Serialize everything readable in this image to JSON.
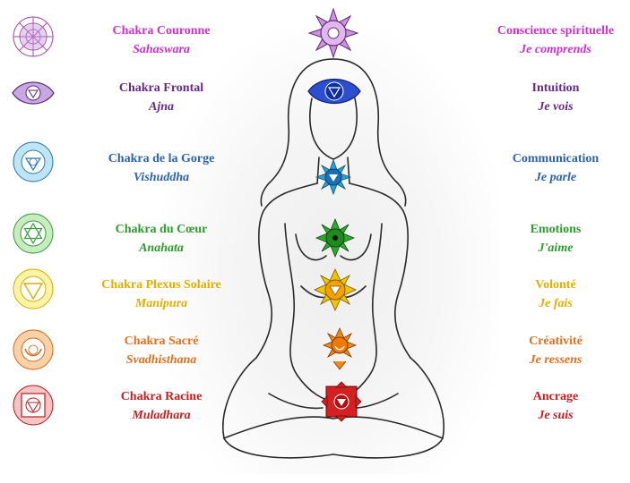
{
  "chakras": [
    {
      "name": "Chakra Couronne",
      "sanskrit": "Sahaswara",
      "meaning": "Conscience spirituelle",
      "mantra": "Je comprends",
      "color": "#cc33cc",
      "fill": "#c896dc",
      "left_icon": "lotus-icon",
      "body_icon": "crown-lotus-icon"
    },
    {
      "name": "Chakra Frontal",
      "sanskrit": "Ajna",
      "meaning": "Intuition",
      "mantra": "Je vois",
      "color": "#662a88",
      "fill": "#2b4fd0",
      "left_icon": "third-eye-icon",
      "body_icon": "third-eye-icon"
    },
    {
      "name": "Chakra de la Gorge",
      "sanskrit": "Vishuddha",
      "meaning": "Communication",
      "mantra": "Je parle",
      "color": "#2b62ad",
      "fill": "#2aa3d8",
      "left_icon": "throat-lotus-icon",
      "body_icon": "throat-lotus-icon"
    },
    {
      "name": "Chakra du Cœur",
      "sanskrit": "Anahata",
      "meaning": "Emotions",
      "mantra": "J'aime",
      "color": "#2f9a2f",
      "fill": "#2ea82e",
      "left_icon": "hexagram-icon",
      "body_icon": "hexagram-icon"
    },
    {
      "name": "Chakra Plexus Solaire",
      "sanskrit": "Manipura",
      "meaning": "Volonté",
      "mantra": "Je fais",
      "color": "#e0b000",
      "fill": "#f0c400",
      "left_icon": "triangle-lotus-icon",
      "body_icon": "triangle-lotus-icon"
    },
    {
      "name": "Chakra Sacré",
      "sanskrit": "Svadhisthana",
      "meaning": "Créativité",
      "mantra": "Je ressens",
      "color": "#e07020",
      "fill": "#f08a18",
      "left_icon": "crescent-lotus-icon",
      "body_icon": "crescent-lotus-icon"
    },
    {
      "name": "Chakra Racine",
      "sanskrit": "Muladhara",
      "meaning": "Ancrage",
      "mantra": "Je suis",
      "color": "#c41e1e",
      "fill": "#d42020",
      "left_icon": "square-lotus-icon",
      "body_icon": "square-lotus-icon"
    }
  ],
  "colors": {
    "outline": "#222222",
    "background": "#ffffff"
  }
}
